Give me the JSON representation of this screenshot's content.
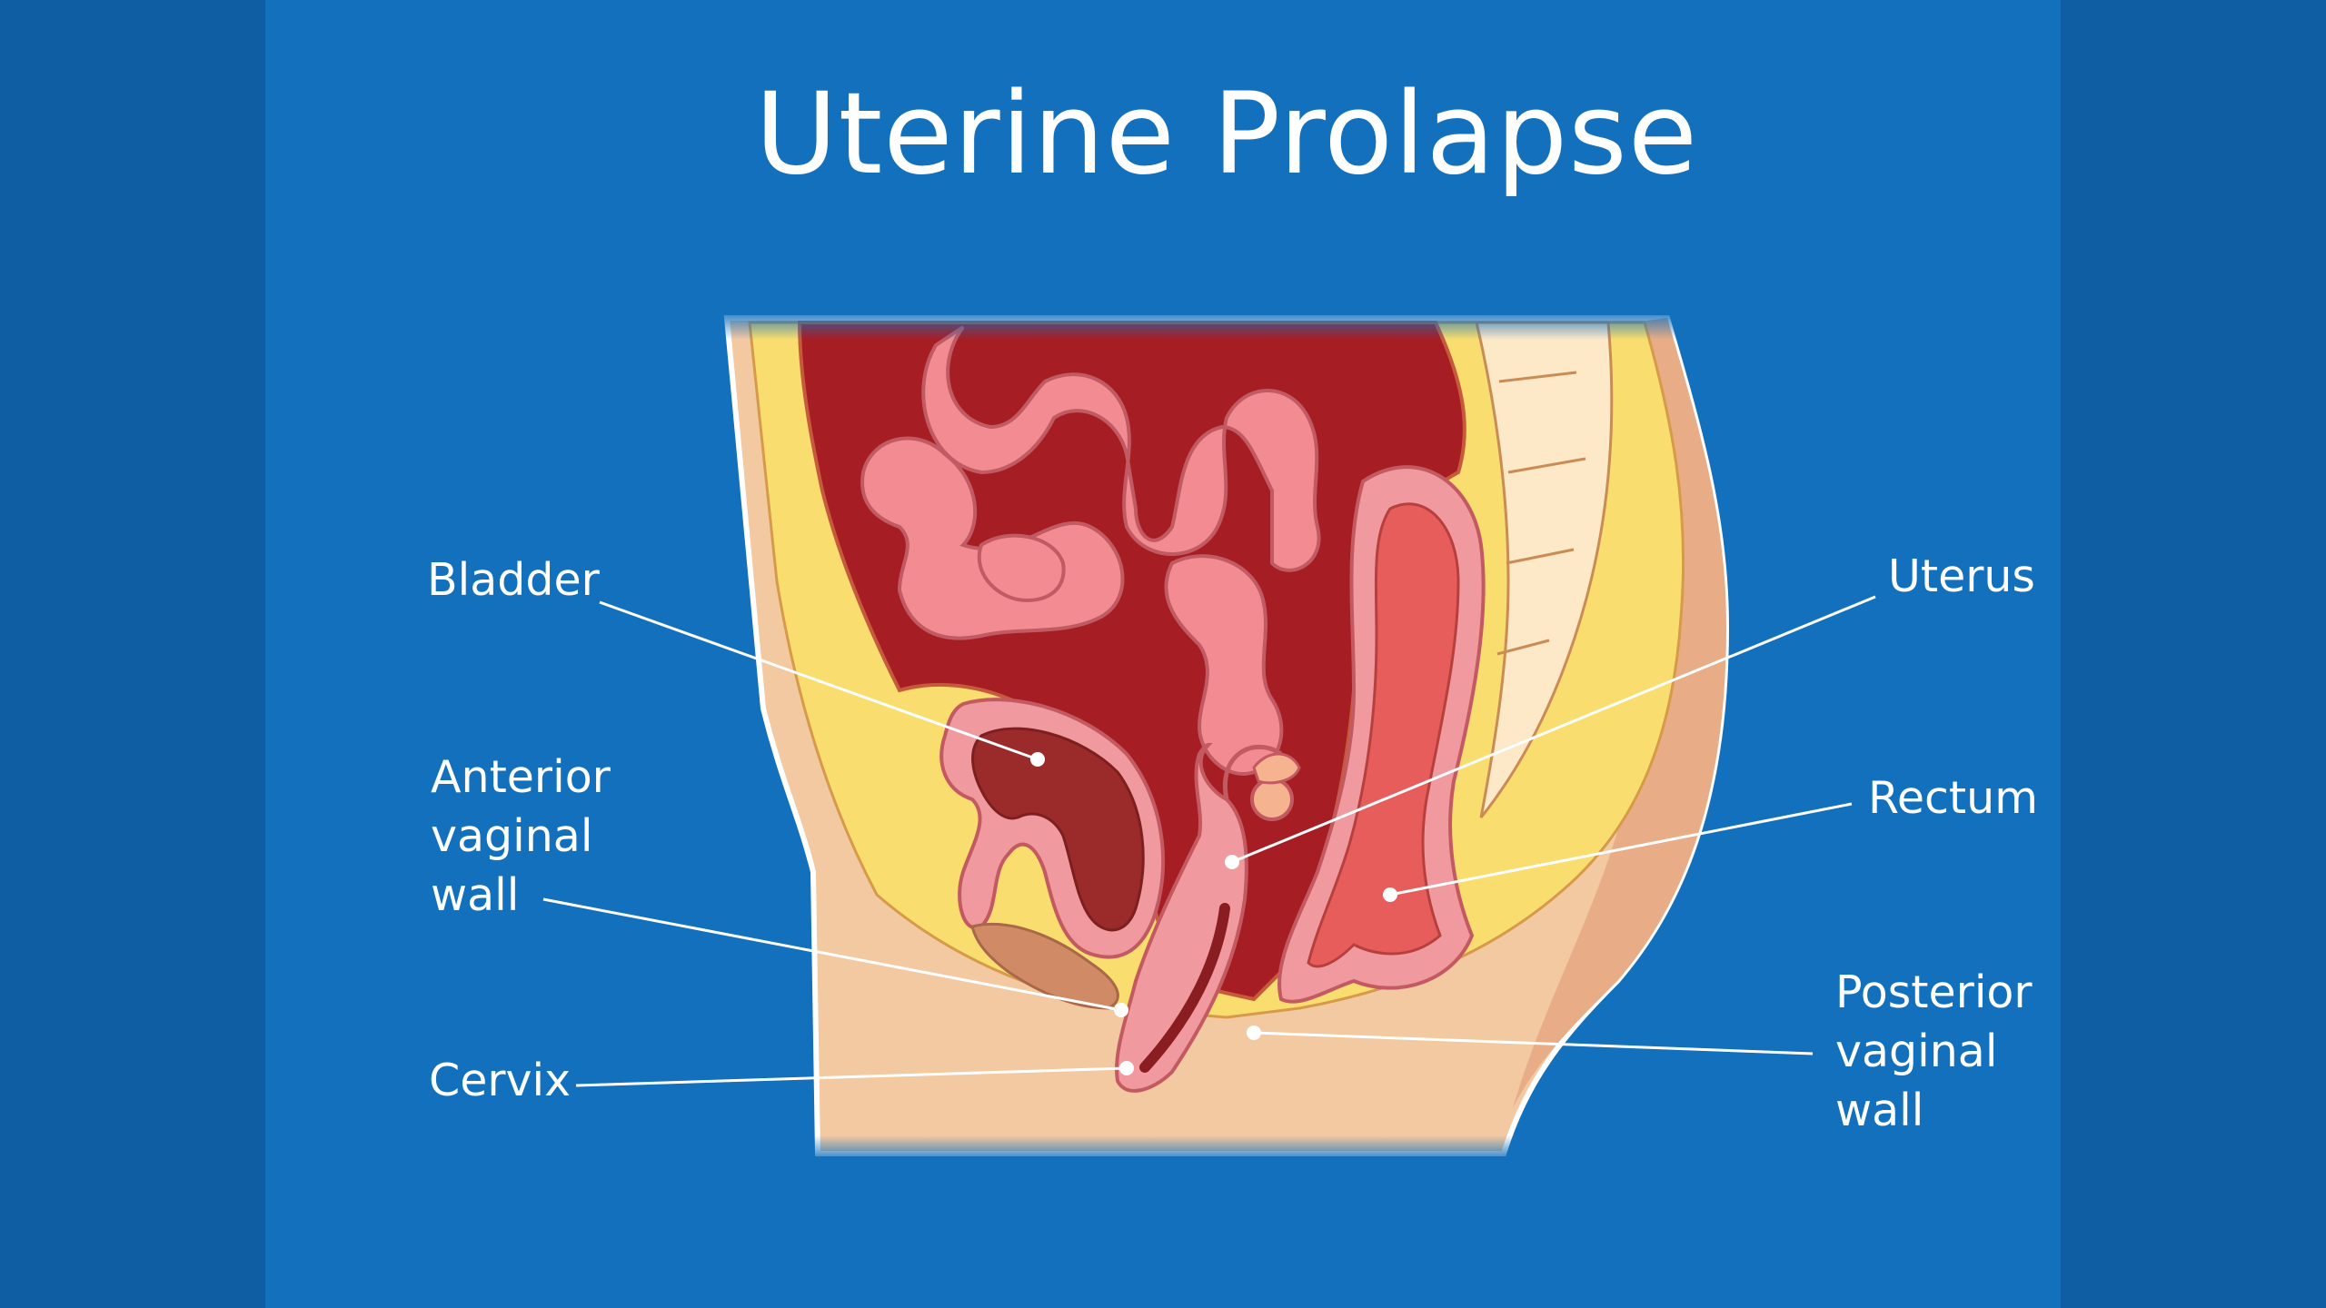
{
  "title": "Uterine Prolapse",
  "labels": {
    "bladder": "Bladder",
    "anterior_vaginal_wall": "Anterior\nvaginal\nwall",
    "cervix": "Cervix",
    "uterus": "Uterus",
    "rectum": "Rectum",
    "posterior_vaginal_wall": "Posterior\nvaginal\nwall"
  },
  "colors": {
    "background": "#1370bd",
    "skin": "#f3c9a2",
    "fat": "#f9de6f",
    "cavity": "#a71d24",
    "intestine": "#f28c92",
    "bladder": "#9b2a2a",
    "uterus": "#f09aa0",
    "rectum": "#e75d5c",
    "spine": "#fde8c8",
    "label_text": "#ffffff"
  }
}
